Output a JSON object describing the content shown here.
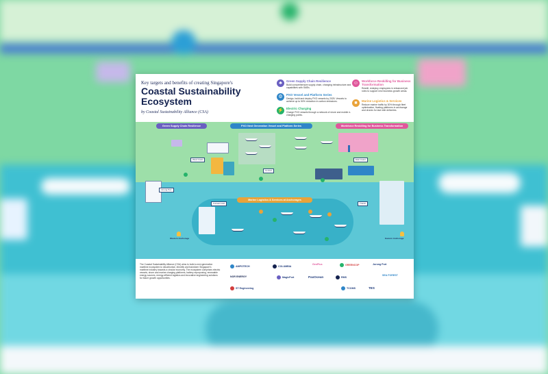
{
  "header": {
    "subtitle": "Key targets and benefits of creating Singapore's",
    "title": "Coastal Sustainability Ecosystem",
    "byline": "by Coastal Sustainability Alliance (CSA)"
  },
  "features": [
    {
      "name": "green",
      "icon": "leaf-icon",
      "color": "#6a5fc1",
      "heading": "Green Supply Chain Resilience",
      "body": "Build comprehensive supply chain, changing infrastructure and capabilities with SMEs."
    },
    {
      "name": "pxo",
      "icon": "gear-icon",
      "color": "#2f86c8",
      "heading": "PXO Vessel and Platform Series",
      "body": "Design, build and deploy PXO vessels by 2025. Vessels to achieve up to 50% reduction in carbon emissions."
    },
    {
      "name": "charging",
      "icon": "lightning-icon",
      "color": "#26b36b",
      "heading": "Electric Charging",
      "body": "Charge PXO vessels through a network of shore and mobile e-charging points."
    },
    {
      "name": "workforce",
      "icon": "people-icon",
      "color": "#e0579b",
      "heading": "Workforce Reskilling for Business Transformation",
      "body": "Reskill, redeploy employees in enhanced job roles to support new business growth areas."
    },
    {
      "name": "logistics",
      "icon": "box-icon",
      "color": "#e9a33a",
      "heading": "Marine Logistics & Services",
      "body": "Reduce marine traffic by 30% through fleet optimisation, floating platforms in anchorage and drones for last mile deliveries."
    }
  ],
  "map": {
    "banner_green": "Green Supply Chain Resilience",
    "banner_pxo": "PXO Next Generation Vessel and Platform Series",
    "banner_workforce": "Workforce Reskilling for Business Transformation",
    "banner_logistics": "Marine Logistics & Services at Anchorages",
    "west_coast": "West Coast",
    "central": "Central",
    "east_coast": "East Coast",
    "jurong_port": "Jurong Port",
    "forward_hub": "Forward Hub",
    "transit": "Transit",
    "western_anchorage": "Western Anchorage",
    "eastern_anchorage": "Eastern Anchorage"
  },
  "footer": {
    "text": "The Coastal Sustainability Alliance (CSA) aims to build a next-generation maritime ecosystem to decarbonise, electrify and transform Singapore's maritime industry towards a circular economy. The ecosystem comprises electric vessels, shore and marine charging platforms, battery repurposing, renewable energy sources, energy-efficient logistics and innovative engineering solutions for future growth opportunities.",
    "logos": [
      "AMPOTECH",
      "COLUMBIA",
      "GenPlus",
      "GREENCOP",
      "Jurong Port",
      "MagicPort",
      "PaxOcean",
      "RMS",
      "ST Engineering",
      "TCOMS",
      "TES",
      "SEA FOREST",
      "NOR ENERGY"
    ]
  },
  "colors": {
    "navy": "#14224f",
    "land": "#9ddfa9",
    "sea": "#5cc7d6",
    "anchorage": "#38b1c8"
  }
}
